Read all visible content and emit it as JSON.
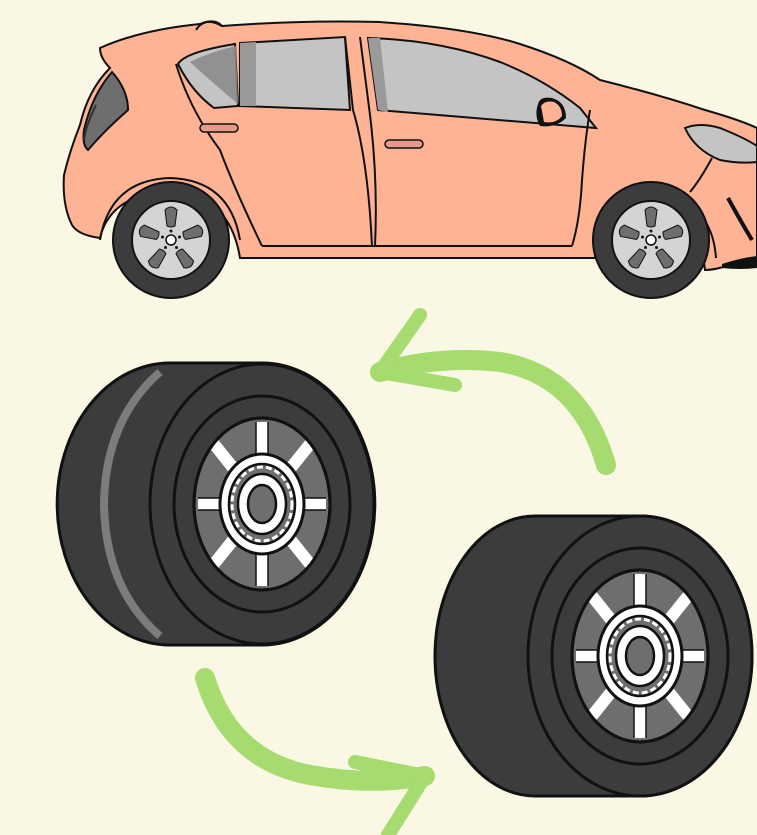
{
  "illustration": {
    "subject": "tire rotation",
    "elements": [
      "car",
      "tire-front",
      "tire-rear",
      "rotation-arrow-upper",
      "rotation-arrow-lower"
    ]
  },
  "colors": {
    "background": "#FAF7E4",
    "car_body": "#FDB394",
    "car_window": "#C4C4C4",
    "car_trim": "#E8998A",
    "tire_rubber": "#3D3C3C",
    "tire_outline": "#111111",
    "rim_gray": "#6E6E6E",
    "spoke_white": "#FFFFFF",
    "arrow_green": "#A6DB6F"
  },
  "icons": [
    "car-icon",
    "tire-icon",
    "tire-icon",
    "arrow-icon",
    "arrow-icon"
  ]
}
